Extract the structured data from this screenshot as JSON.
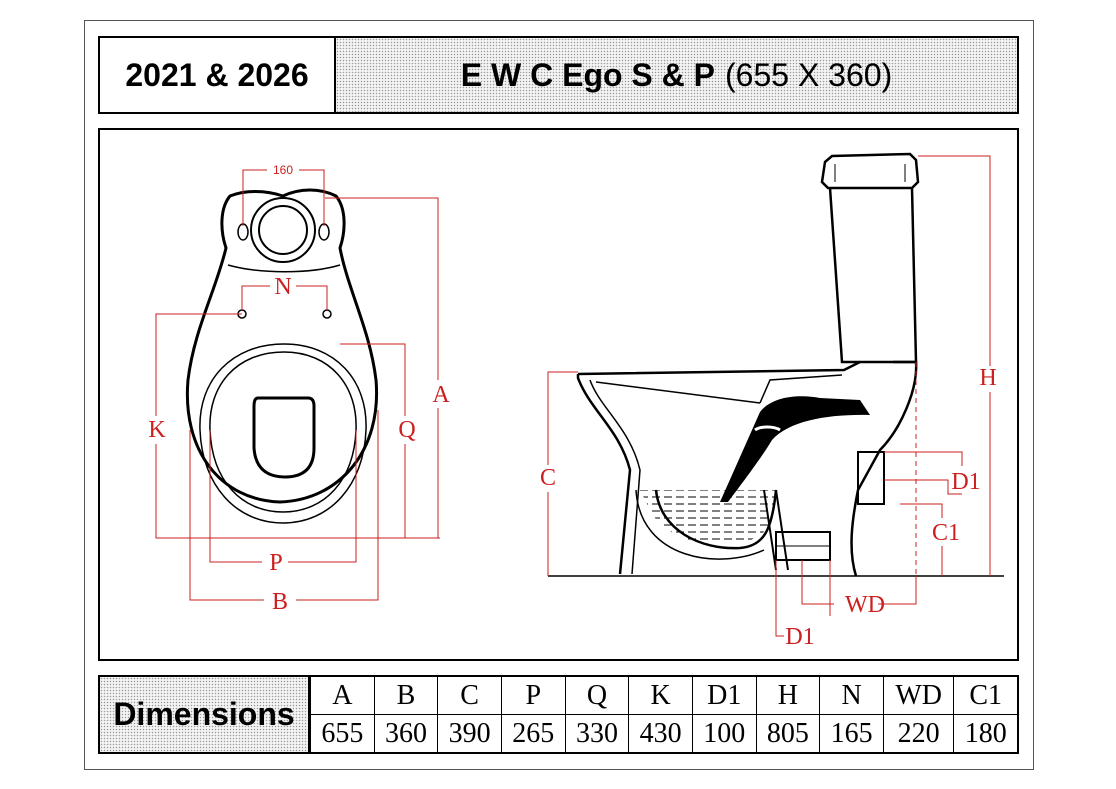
{
  "header": {
    "model_numbers": "2021 & 2026",
    "product_name": "E W C Ego S & P",
    "product_size": "(655 X 360)"
  },
  "drawing": {
    "top_view_labels": {
      "spacing": "160",
      "n": "N",
      "a": "A",
      "k": "K",
      "q": "Q",
      "p": "P",
      "b": "B"
    },
    "side_view_labels": {
      "h": "H",
      "c": "C",
      "d1_right": "D1",
      "c1": "C1",
      "wd": "WD",
      "d1_bottom": "D1"
    },
    "colors": {
      "dimension_lines": "#cc1f1f",
      "outline": "#000000"
    }
  },
  "dimensions": {
    "label": "Dimensions",
    "columns": [
      "A",
      "B",
      "C",
      "P",
      "Q",
      "K",
      "D1",
      "H",
      "N",
      "WD",
      "C1"
    ],
    "values": [
      "655",
      "360",
      "390",
      "265",
      "330",
      "430",
      "100",
      "805",
      "165",
      "220",
      "180"
    ]
  }
}
